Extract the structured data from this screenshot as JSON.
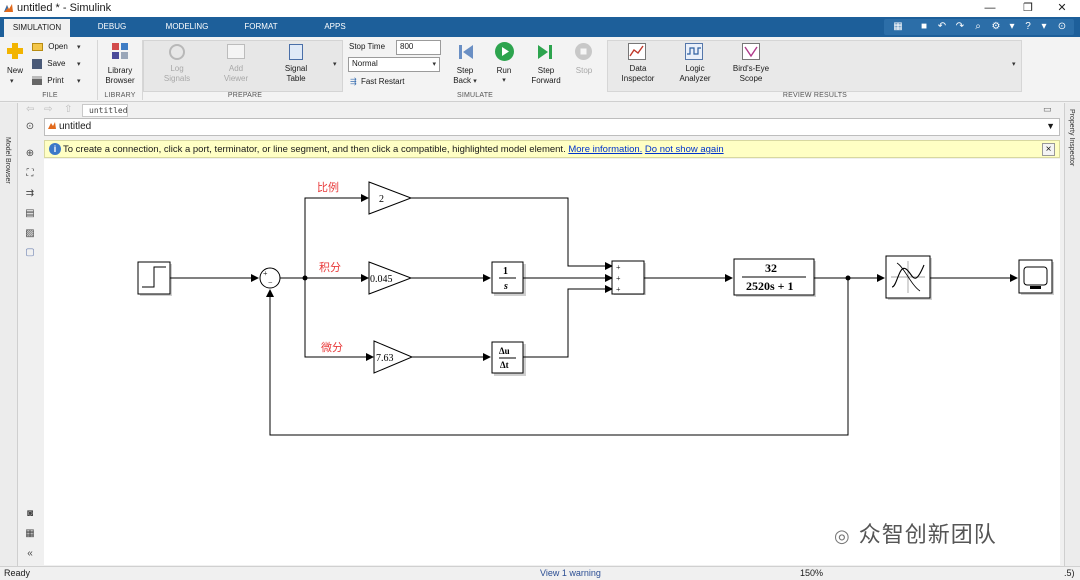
{
  "window": {
    "title": "untitled * - Simulink",
    "minimize": "—",
    "restore": "❐",
    "close": "✕"
  },
  "tabs": [
    "SIMULATION",
    "DEBUG",
    "MODELING",
    "FORMAT",
    "APPS"
  ],
  "active_tab": "SIMULATION",
  "ribbon": {
    "file": {
      "new": "New",
      "open": "Open",
      "save": "Save",
      "print": "Print",
      "group_label": "FILE"
    },
    "library": {
      "library_browser_line1": "Library",
      "library_browser_line2": "Browser",
      "group_label": "LIBRARY"
    },
    "prepare": {
      "log_signals_line1": "Log",
      "log_signals_line2": "Signals",
      "add_viewer_line1": "Add",
      "add_viewer_line2": "Viewer",
      "signal_table_line1": "Signal",
      "signal_table_line2": "Table",
      "group_label": "PREPARE"
    },
    "simulate": {
      "stop_time_label": "Stop Time",
      "stop_time_value": "800",
      "mode_value": "Normal",
      "fast_restart": "Fast Restart",
      "step_back_line1": "Step",
      "step_back_line2": "Back",
      "run": "Run",
      "step_forward_line1": "Step",
      "step_forward_line2": "Forward",
      "stop": "Stop",
      "group_label": "SIMULATE"
    },
    "review": {
      "data_inspector_line1": "Data",
      "data_inspector_line2": "Inspector",
      "logic_analyzer_line1": "Logic",
      "logic_analyzer_line2": "Analyzer",
      "birds_eye_line1": "Bird's-Eye",
      "birds_eye_line2": "Scope",
      "group_label": "REVIEW RESULTS"
    }
  },
  "side_panels": {
    "left": "Model Browser",
    "right": "Property Inspector"
  },
  "editor": {
    "tab_label": "untitled",
    "address": "untitled",
    "info_text": "To create a connection, click a port, terminator, or line segment, and then click a compatible, highlighted model element.",
    "info_link1": "More information.",
    "info_link2": "Do not show again",
    "info_close": "×"
  },
  "diagram": {
    "label_p": "比例",
    "label_i": "积分",
    "label_d": "微分",
    "gain_p": "2",
    "gain_i": "0.045",
    "gain_d": "7.63",
    "integrator_num": "1",
    "integrator_den": "s",
    "derivative_num": "Δu",
    "derivative_den": "Δt",
    "sum_main_signs": "+",
    "sum_main_minus": "−",
    "sum3_sign1": "+",
    "sum3_sign2": "+",
    "sum3_sign3": "+",
    "tf_num": "32",
    "tf_den": "2520s + 1",
    "label_color": "#e83a3a"
  },
  "watermark": "众智创新团队",
  "status": {
    "ready": "Ready",
    "warning": "View 1 warning",
    "zoom": "150%",
    "right": ".5)"
  }
}
